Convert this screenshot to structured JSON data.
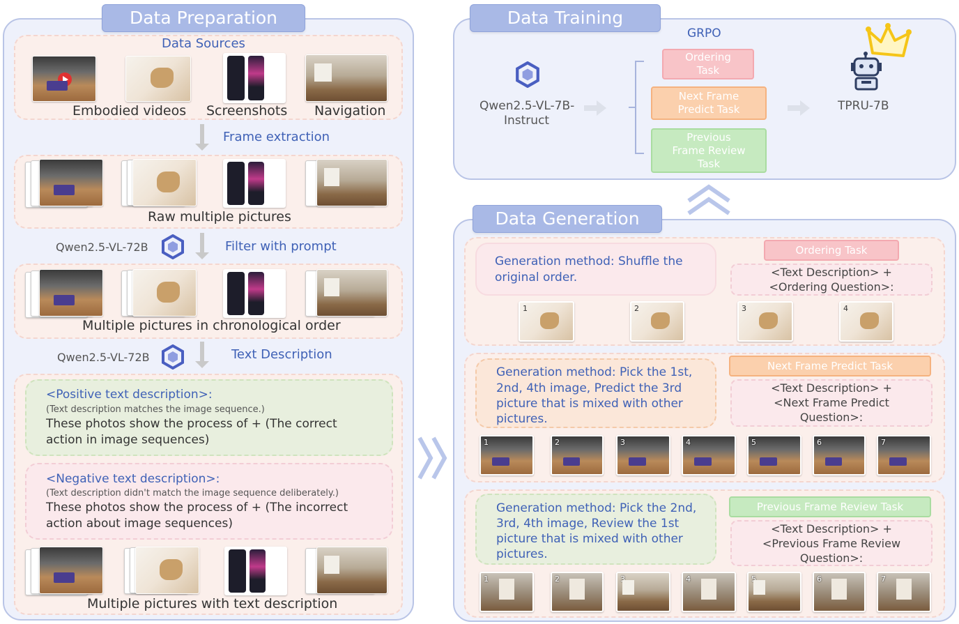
{
  "prep": {
    "title": "Data Preparation",
    "sources_label": "Data Sources",
    "captions": [
      "Embodied videos",
      "Screenshots",
      "Navigation"
    ],
    "frame_extraction": "Frame extraction",
    "raw_caption": "Raw multiple pictures",
    "model_1": "Qwen2.5-VL-72B",
    "filter_label": "Filter with prompt",
    "chrono_caption": "Multiple pictures in chronological order",
    "model_2": "Qwen2.5-VL-72B",
    "text_desc_label": "Text Description",
    "positive": {
      "head": "<Positive text description>:",
      "note": "(Text description matches the image sequence.)",
      "line1": "These photos show the process of + (The correct",
      "line2": "action in image sequences)"
    },
    "negative": {
      "head": "<Negative text description>:",
      "note": "(Text description didn't match the image sequence deliberately.)",
      "line1": "These photos show the process of + (The incorrect",
      "line2": "action about image sequences)"
    },
    "final_caption": "Multiple pictures with text description"
  },
  "training": {
    "title": "Data Training",
    "grpo": "GRPO",
    "base_model_line1": "Qwen2.5-VL-7B-",
    "base_model_line2": "Instruct",
    "tasks": [
      {
        "line1": "Ordering",
        "line2": "Task",
        "line3": ""
      },
      {
        "line1": "Next Frame",
        "line2": "Predict Task",
        "line3": ""
      },
      {
        "line1": "Previous",
        "line2": "Frame Review",
        "line3": "Task"
      }
    ],
    "result_model": "TPRU-7B"
  },
  "generation": {
    "title": "Data Generation",
    "ordering": {
      "method_line1": "Generation method: Shuffle the",
      "method_line2": "original order.",
      "task": "Ordering Task",
      "q_line1": "<Text Description> +",
      "q_line2": "<Ordering Question>:",
      "nums": [
        "1",
        "2",
        "3",
        "4"
      ]
    },
    "next": {
      "method_line1": "Generation method: Pick the 1st,",
      "method_line2": "2nd, 4th image, Predict the 3rd",
      "method_line3": "picture that is mixed with other",
      "method_line4": "pictures.",
      "task": "Next Frame Predict Task",
      "q_line1": "<Text Description> +",
      "q_line2": "<Next Frame Predict",
      "q_line3": "Question>:",
      "nums": [
        "1",
        "2",
        "3",
        "4",
        "5",
        "6",
        "7"
      ]
    },
    "prev": {
      "method_line1": "Generation method: Pick the 2nd,",
      "method_line2": "3rd, 4th image, Review the 1st",
      "method_line3": "picture that is mixed with other",
      "method_line4": "pictures.",
      "task": "Previous Frame Review Task",
      "q_line1": "<Text Description> +",
      "q_line2": "<Previous Frame Review",
      "q_line3": "Question>:",
      "nums": [
        "1",
        "2",
        "3",
        "4",
        "5",
        "6",
        "7"
      ]
    }
  },
  "colors": {
    "panel_border": "#b9c4e6",
    "title_blue": "#a9b9e6",
    "label_blue": "#3f61b6",
    "gold": "#f5c518"
  }
}
